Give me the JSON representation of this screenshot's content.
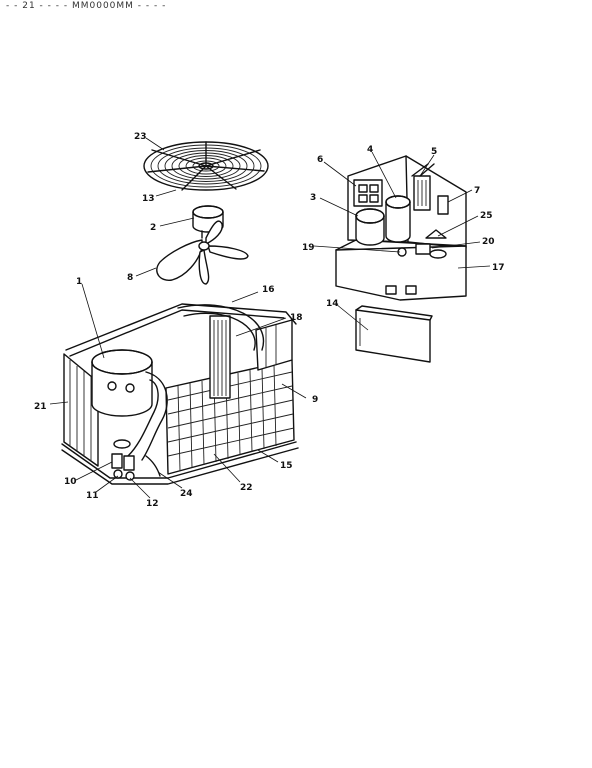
{
  "header_text": "- -   21   -   -   -   -   MM0000MM  - -  -  -",
  "callouts": {
    "c1": "1",
    "c2": "2",
    "c3": "3",
    "c4": "4",
    "c5": "5",
    "c6": "6",
    "c7": "7",
    "c8": "8",
    "c9": "9",
    "c10": "10",
    "c11": "11",
    "c12": "12",
    "c13": "13",
    "c14": "14",
    "c15": "15",
    "c16": "16",
    "c17": "17",
    "c18": "18",
    "c19": "19",
    "c20": "20",
    "c21": "21",
    "c22": "22",
    "c23": "23",
    "c24": "24",
    "c25": "25"
  }
}
